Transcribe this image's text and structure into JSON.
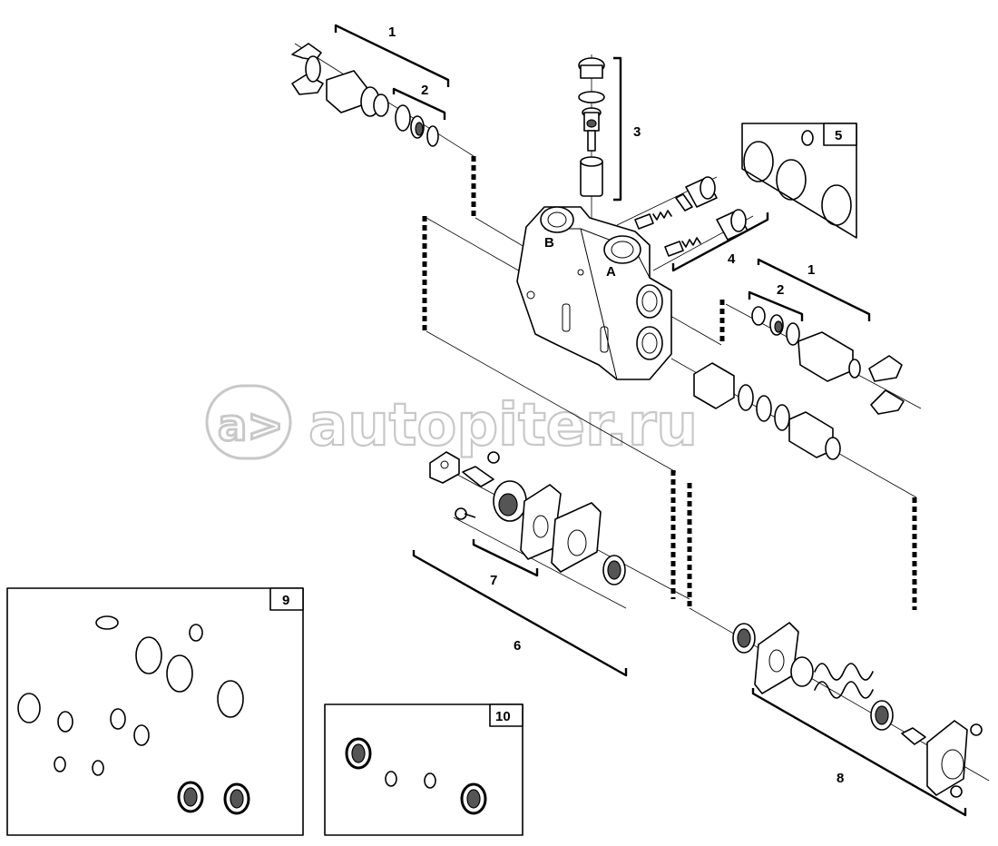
{
  "watermark": {
    "text": "autopiter.ru"
  },
  "callouts": [
    {
      "id": "c1a",
      "label": "1"
    },
    {
      "id": "c2a",
      "label": "2"
    },
    {
      "id": "c3",
      "label": "3"
    },
    {
      "id": "c4",
      "label": "4"
    },
    {
      "id": "c1b",
      "label": "1"
    },
    {
      "id": "c2b",
      "label": "2"
    },
    {
      "id": "c6",
      "label": "6"
    },
    {
      "id": "c7",
      "label": "7"
    },
    {
      "id": "c8",
      "label": "8"
    }
  ],
  "kit_boxes": [
    {
      "id": "kit5",
      "label": "5"
    },
    {
      "id": "kit9",
      "label": "9"
    },
    {
      "id": "kit10",
      "label": "10"
    }
  ],
  "ports": {
    "port_a": "A",
    "port_b": "B"
  }
}
